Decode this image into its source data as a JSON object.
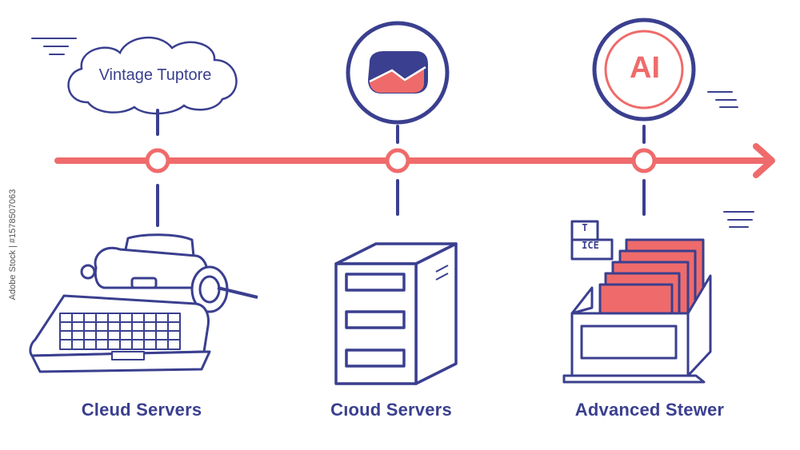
{
  "cloud": {
    "label": "Vintage Tuptore"
  },
  "ai_badge": {
    "label": "AI"
  },
  "side_caption": "Adobe Stock | #1578507063",
  "file_tabs": {
    "top": "T",
    "bottom": "ICE"
  },
  "milestones": [
    {
      "caption": "Cleud Servers",
      "icon": "typewriter-icon"
    },
    {
      "caption": "Cıoud Servers",
      "icon": "server-tower-icon"
    },
    {
      "caption": "Advanced Stewer",
      "icon": "file-box-icon"
    }
  ],
  "colors": {
    "ink": "#3a3f8f",
    "accent": "#ef6b6b",
    "background": "#ffffff"
  }
}
